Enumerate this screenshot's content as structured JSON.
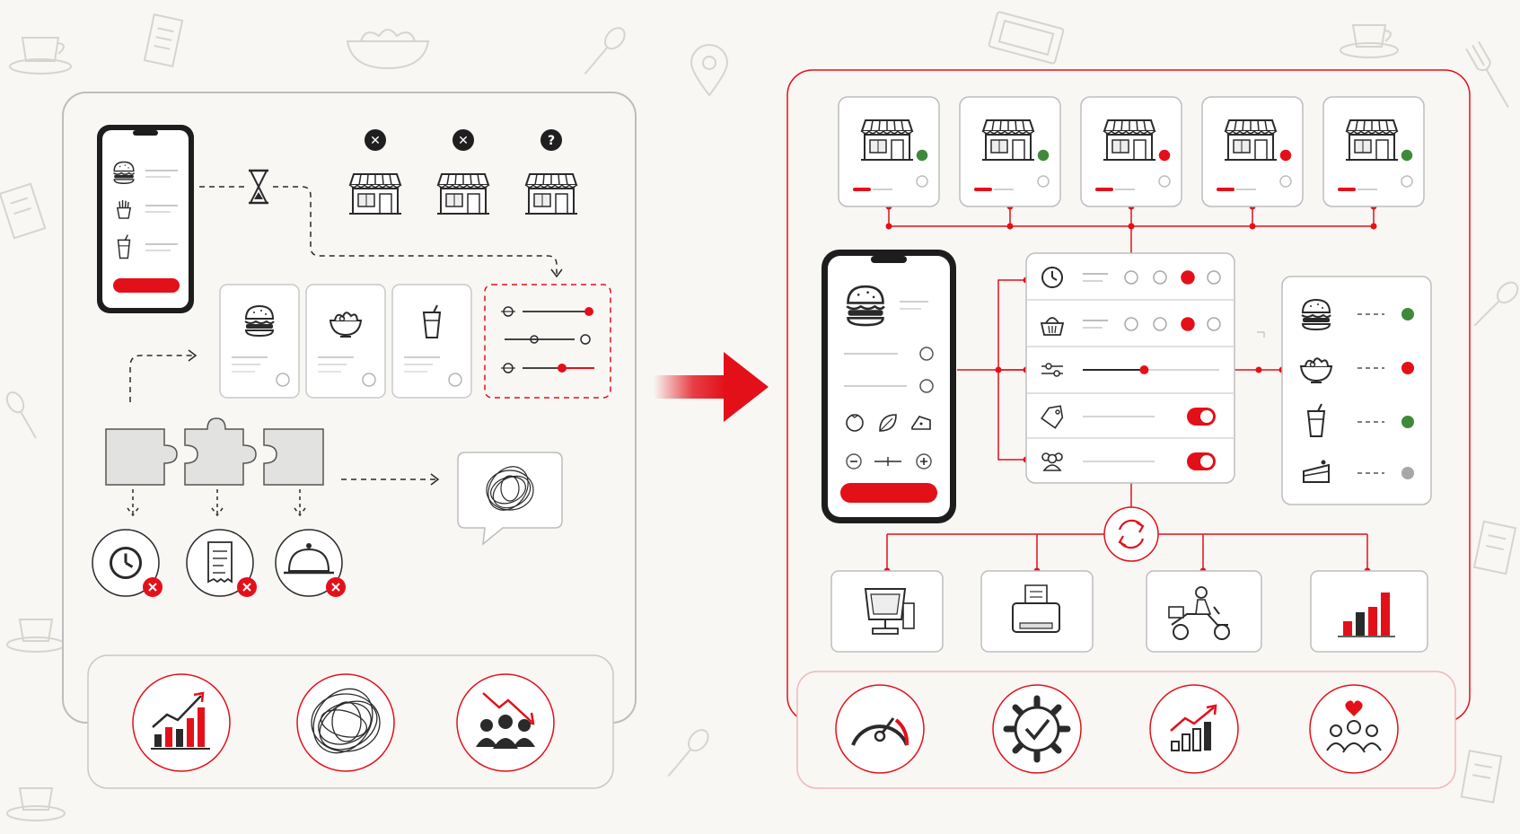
{
  "status_glyphs": {
    "rejected": "✕",
    "unknown": "?"
  },
  "colors": {
    "accent": "#e3101a",
    "accent_soft": "#f2b7b9",
    "ok": "#3e8a3a",
    "off": "#a7a7a7",
    "ink": "#2a2a2a",
    "line": "#bdbdbd",
    "doodle": "#d6d4cf",
    "panel_bg": "#f8f7f4"
  },
  "legacy": {
    "phone": {
      "items": [
        "burger-icon",
        "fries-icon",
        "drink-icon"
      ],
      "button": "order-button"
    },
    "stores": [
      {
        "status": "rejected"
      },
      {
        "status": "rejected"
      },
      {
        "status": "unknown"
      }
    ],
    "menu_cards": [
      "burger-icon",
      "salad-icon",
      "drink-icon"
    ],
    "puzzle_pieces": 3,
    "failures": [
      "clock-icon",
      "receipt-icon",
      "cloche-icon"
    ],
    "outcomes": [
      "rising-cost-chart-icon",
      "tangle-icon",
      "declining-customers-icon"
    ]
  },
  "modern": {
    "stores": [
      {
        "status": "online"
      },
      {
        "status": "online"
      },
      {
        "status": "offline"
      },
      {
        "status": "offline"
      },
      {
        "status": "online"
      }
    ],
    "config_rows": [
      {
        "icon": "clock-icon",
        "control": "radio",
        "selected": 3
      },
      {
        "icon": "basket-icon",
        "control": "radio",
        "selected": 3
      },
      {
        "icon": "sliders-icon",
        "control": "slider",
        "level": 0.45
      },
      {
        "icon": "tag-icon",
        "control": "toggle",
        "on": true
      },
      {
        "icon": "users-icon",
        "control": "toggle",
        "on": true
      }
    ],
    "availability": [
      {
        "icon": "burger-icon",
        "status": "online"
      },
      {
        "icon": "salad-icon",
        "status": "offline"
      },
      {
        "icon": "drink-icon",
        "status": "online"
      },
      {
        "icon": "cake-icon",
        "status": "inactive"
      }
    ],
    "integrations": [
      "pos-terminal-icon",
      "receipt-printer-icon",
      "delivery-scooter-icon",
      "analytics-chart-icon"
    ],
    "outcomes": [
      "speed-gauge-icon",
      "gear-check-icon",
      "growth-chart-icon",
      "happy-customers-icon"
    ]
  }
}
